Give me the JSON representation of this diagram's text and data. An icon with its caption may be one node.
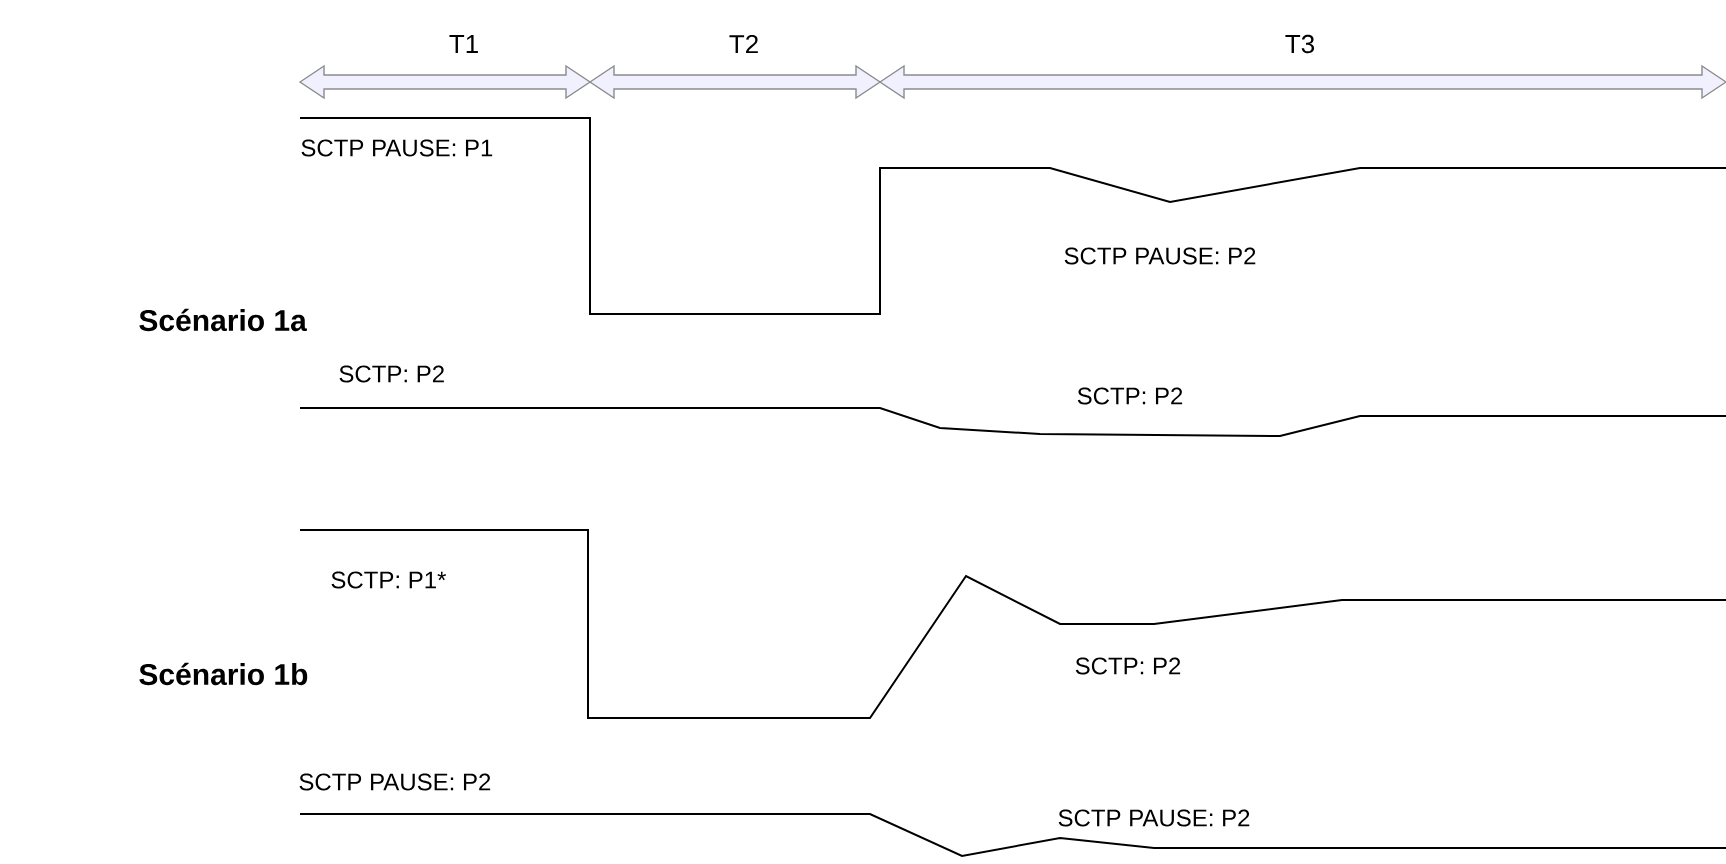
{
  "diagram": {
    "labels": [
      "T1",
      "T2",
      "T3",
      "SCTP PAUSE: P1",
      "Scénario 1a",
      "SCTP PAUSE: P2",
      "SCTP: P2",
      "SCTP: P2",
      "SCTP: P1*",
      "Scénario 1b",
      "SCTP: P2",
      "SCTP PAUSE: P2",
      "SCTP PAUSE: P2"
    ]
  }
}
